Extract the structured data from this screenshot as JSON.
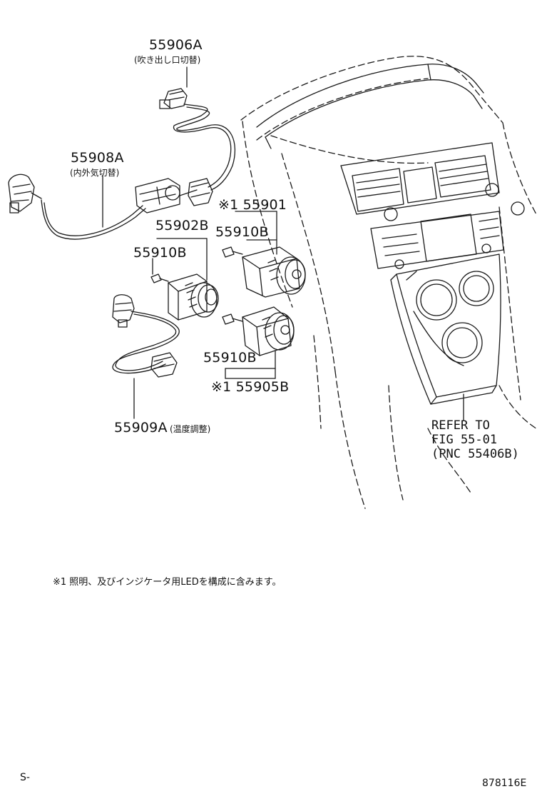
{
  "parts": {
    "p55906A": {
      "number": "55906A",
      "note": "(吹き出し口切替)"
    },
    "p55908A": {
      "number": "55908A",
      "note": "(内外気切替)"
    },
    "p55901": {
      "number": "※1 55901"
    },
    "p55910B_top": {
      "number": "55910B"
    },
    "p55902B": {
      "number": "55902B"
    },
    "p55910B_left": {
      "number": "55910B"
    },
    "p55910B_bottom": {
      "number": "55910B"
    },
    "p55905B": {
      "number": "※1 55905B"
    },
    "p55909A": {
      "number": "55909A",
      "note": "(温度調整)"
    }
  },
  "refer": {
    "line1": "REFER TO",
    "line2": "FIG 55-01",
    "line3": "(PNC 55406B)"
  },
  "footnote": "※1 照明、及びインジケータ用LEDを構成に含みます。",
  "corner_left": "S-",
  "figure_code": "878116E",
  "colors": {
    "ink": "#1a1a1a",
    "background": "#ffffff"
  }
}
